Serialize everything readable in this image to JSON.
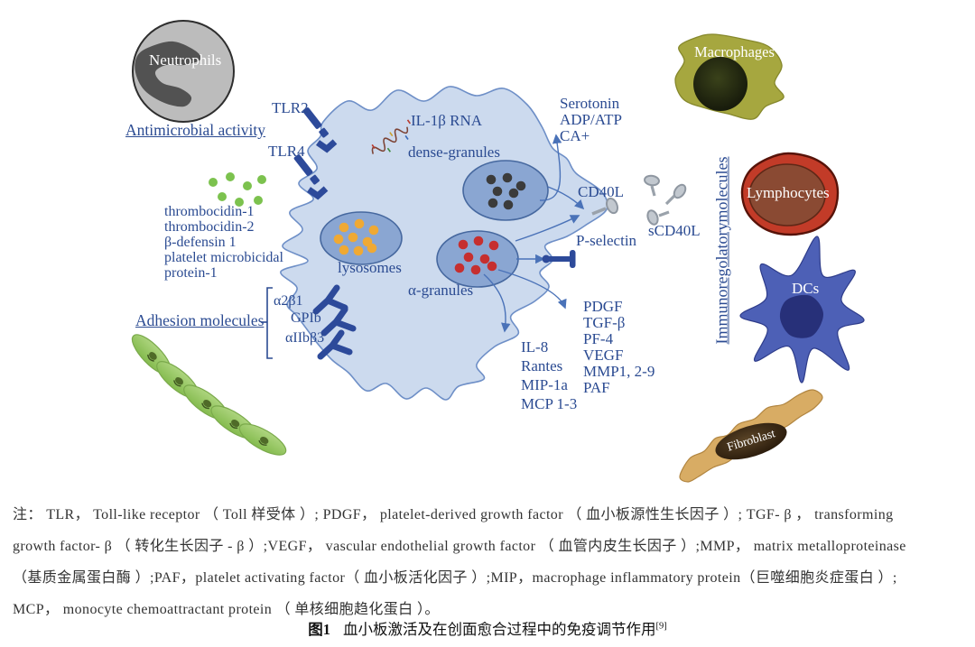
{
  "figure": {
    "cells": {
      "neutrophils": "Neutrophils",
      "macrophages": "Macrophages",
      "lymphocytes": "Lymphocytes",
      "dcs": "DCs",
      "fibroblast": "Fibroblast"
    },
    "category_labels": {
      "antimicrobial": "Antimicrobial activity",
      "adhesion": "Adhesion molecules",
      "immunoregulatory": "Immunoregolatorymolecules"
    },
    "platelet": {
      "tlr2": "TLR2",
      "tlr4": "TLR4",
      "rna": "IL-1β RNA",
      "dense_granules": "dense-granules",
      "lysosomes": "lysosomes",
      "alpha_granules": "α-granules"
    },
    "adhesion_receptors": [
      "α2β1",
      "GPIb",
      "αIIbβ3"
    ],
    "antimicrobial_peptides": [
      "thrombocidin-1",
      "thrombocidin-2",
      "β-defensin 1",
      "platelet microbicidal",
      "protein-1"
    ],
    "dense_release": [
      "Serotonin",
      "ADP/ATP",
      "CA+"
    ],
    "surface_molecules": {
      "cd40l": "CD40L",
      "scd40l": "sCD40L",
      "p_selectin": "P-selectin"
    },
    "chemokines": [
      "IL-8",
      "Rantes",
      "MIP-1a",
      "MCP 1-3"
    ],
    "growth_factors": [
      "PDGF",
      "TGF-β",
      "PF-4",
      "VEGF",
      "MMP1, 2-9",
      "PAF"
    ],
    "colors": {
      "label_blue": "#2b4b92",
      "platelet_fill": "#ccdaee",
      "platelet_outline": "#6e8fc7",
      "granule_fill": "#8aa6d2",
      "dense_dot": "#3b3b3b",
      "lysosome_dot": "#efa934",
      "alpha_dot": "#c62f2f",
      "receptor_navy": "#2d4a9a",
      "arrow_blue": "#4a72b8",
      "pin_grey": "#9aa2ab",
      "green_cell": "#7cc24e",
      "macrophage_olive": "#a6a73f",
      "lymphocyte_red": "#c23b28",
      "dc_blue": "#4d60b6",
      "fibroblast_tan": "#d8ac64",
      "neutrophil_grey": "#bcbcbc",
      "note_text": "#333333"
    }
  },
  "notes": {
    "lines": [
      "注： TLR， Toll-like receptor （ Toll 样受体 ）; PDGF， platelet-derived growth factor （ 血小板源性生长因子 ）; TGF- β ， transforming",
      "growth factor- β （ 转化生长因子 - β ）;VEGF， vascular endothelial growth factor （ 血管内皮生长因子 ）;MMP， matrix metalloproteinase",
      "（基质金属蛋白酶 ）;PAF，platelet activating factor（ 血小板活化因子 ）;MIP，macrophage inflammatory protein（巨噬细胞炎症蛋白 ）;",
      "MCP， monocyte chemoattractant protein （ 单核细胞趋化蛋白 ）。"
    ]
  },
  "caption": {
    "number": "图1",
    "title": "血小板激活及在创面愈合过程中的免疫调节作用",
    "reference": "[9]"
  }
}
